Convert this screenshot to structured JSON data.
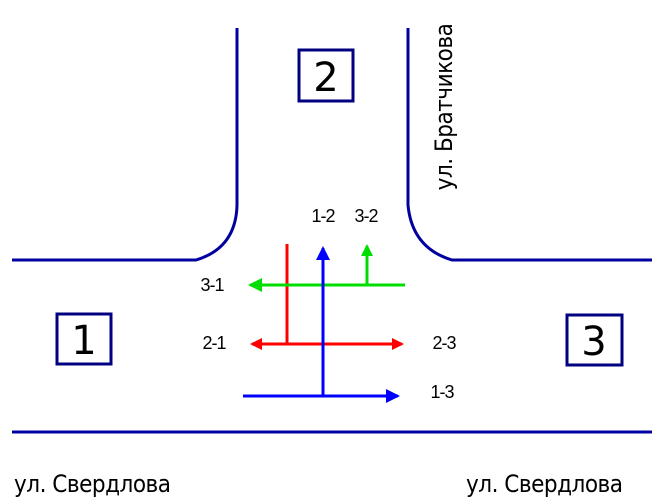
{
  "zones": [
    {
      "id": "1",
      "label": "1"
    },
    {
      "id": "2",
      "label": "2"
    },
    {
      "id": "3",
      "label": "3"
    }
  ],
  "flows": [
    {
      "id": "1-2",
      "label": "1-2",
      "color": "#0000ff"
    },
    {
      "id": "3-2",
      "label": "3-2",
      "color": "#00dd00"
    },
    {
      "id": "3-1",
      "label": "3-1",
      "color": "#00dd00"
    },
    {
      "id": "2-1",
      "label": "2-1",
      "color": "#ff0000"
    },
    {
      "id": "2-3",
      "label": "2-3",
      "color": "#ff0000"
    },
    {
      "id": "1-3",
      "label": "1-3",
      "color": "#0000ff"
    }
  ],
  "streets": {
    "vertical": "ул. Братчикова",
    "horizontal_left": "ул. Свердлова",
    "horizontal_right": "ул. Свердлова"
  },
  "colors": {
    "road": "#0000a0",
    "box_border": "#000080",
    "blue": "#0000ff",
    "red": "#ff0000",
    "green": "#00dd00"
  }
}
